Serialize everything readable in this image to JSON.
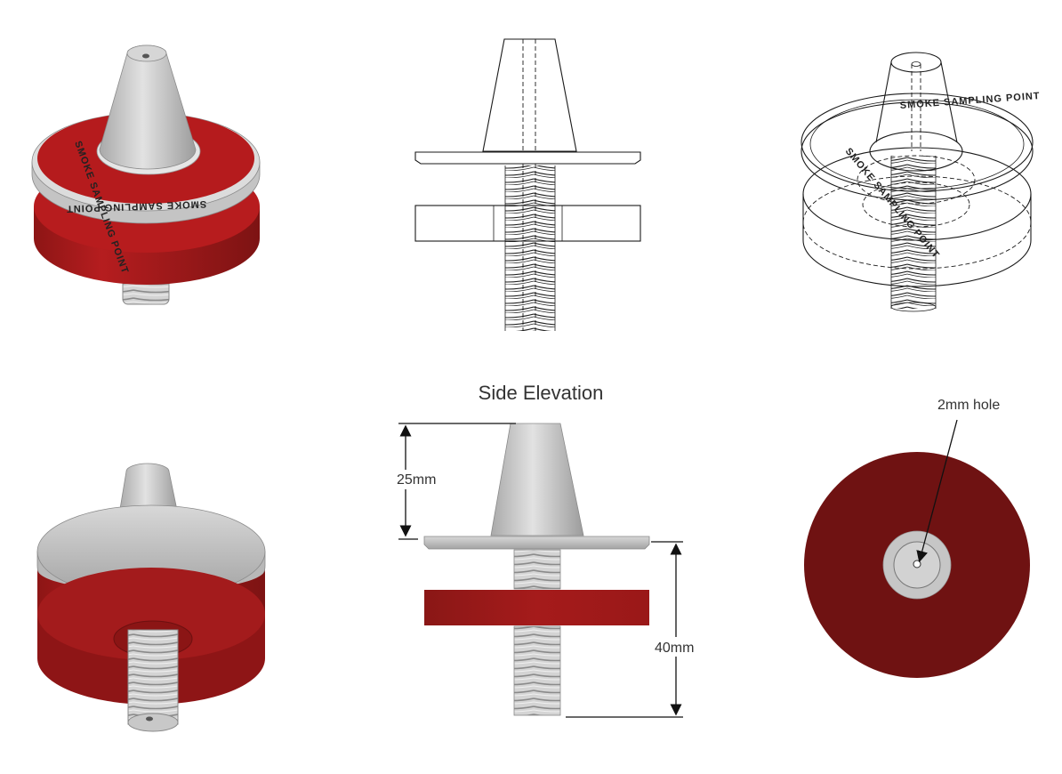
{
  "drawing": {
    "side_elevation_title": "Side Elevation",
    "dimensions": {
      "cone_height": "25mm",
      "thread_length": "40mm",
      "hole": "2mm hole"
    },
    "ring_text": {
      "line_a": "SMOKE SAMPLING POINT",
      "line_b": "SMOKE SAMPLING POINT"
    },
    "colors": {
      "red_seal": "#b0191c",
      "red_dark": "#7a1414",
      "grey_metal": "#c9c9c9",
      "line": "#1a1a1a"
    }
  }
}
